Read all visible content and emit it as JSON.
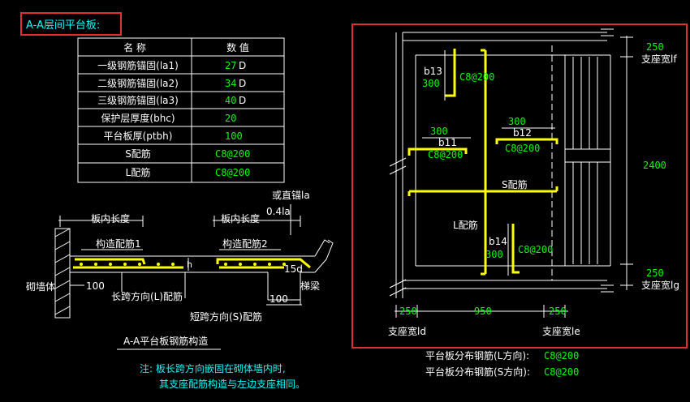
{
  "title": "A-A层间平台板:",
  "table": {
    "header": {
      "name": "名  称",
      "value": "数  值"
    },
    "rows": [
      {
        "name": "一级钢筋锚固(la1)",
        "value": "27",
        "unit": "D"
      },
      {
        "name": "二级钢筋锚固(la2)",
        "value": "34",
        "unit": "D"
      },
      {
        "name": "三级钢筋锚固(la3)",
        "value": "40",
        "unit": "D"
      },
      {
        "name": "保护层厚度(bhc)",
        "value": "20",
        "unit": ""
      },
      {
        "name": "平台板厚(ptbh)",
        "value": "100",
        "unit": ""
      },
      {
        "name": "S配筋",
        "value": "C8@200",
        "unit": ""
      },
      {
        "name": "L配筋",
        "value": "C8@200",
        "unit": ""
      }
    ]
  },
  "section": {
    "inner_len_left": "板内长度",
    "inner_len_right": "板内长度",
    "straight_anchor": "或直锚la",
    "point4la": "0.4la",
    "struct_bar1": "构造配筋1",
    "struct_bar2": "构造配筋2",
    "h": "h",
    "d15": "15d",
    "wall": "砌墙体",
    "dim100_left": "100",
    "dim100_right": "100",
    "long_bar": "长跨方向(L)配筋",
    "short_bar": "短跨方向(S)配筋",
    "beam": "梯梁",
    "caption": "A-A平台板钢筋构造"
  },
  "note": {
    "line1": "注: 板长跨方向嵌固在砌体墙内时,",
    "line2": "其支座配筋构造与左边支座相同。"
  },
  "plan": {
    "b13": "b13",
    "b13_len": "300",
    "b13_bar": "C8@200",
    "b11": "b11",
    "b11_len": "300",
    "b11_bar": "C8@200",
    "b12": "b12",
    "b12_len": "300",
    "b12_bar": "C8@200",
    "s_bar": "S配筋",
    "l_bar": "L配筋",
    "b14": "b14",
    "b14_len": "300",
    "b14_bar": "C8@200",
    "dim_top": "250",
    "support_lf": "支座宽lf",
    "dim_mid": "2400",
    "dim_bot": "250",
    "support_lg": "支座宽lg",
    "dim_left": "250",
    "dim_center": "950",
    "dim_right": "250",
    "support_ld": "支座宽ld",
    "support_le": "支座宽le"
  },
  "distribution": {
    "l_label": "平台板分布钢筋(L方向):",
    "l_value": "C8@200",
    "s_label": "平台板分布钢筋(S方向):",
    "s_value": "C8@200"
  },
  "colors": {
    "highlight_box": "#e03030",
    "rebar": "#ffff00",
    "value": "#00ff00",
    "note": "#00ffff"
  }
}
